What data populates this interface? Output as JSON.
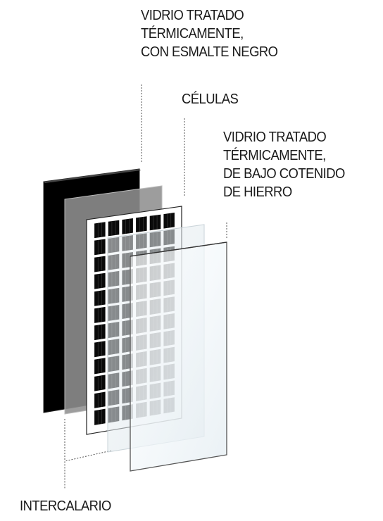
{
  "labels": {
    "black_glass": [
      "VIDRIO TRATADO",
      "TÉRMICAMENTE,",
      "CON ESMALTE NEGRO"
    ],
    "cells": "CÉLULAS",
    "low_iron_glass": [
      "VIDRIO TRATADO",
      "TÉRMICAMENTE,",
      "DE BAJO COTENIDO",
      "DE HIERRO"
    ],
    "interlayer": "INTERCALARIO"
  },
  "cell_grid": {
    "columns": 6,
    "rows": 12
  },
  "colors": {
    "black_glass": "#000000",
    "interlayer": "#8f8f8f",
    "cell": "#0a0a0a",
    "leader_line": "#555555"
  }
}
